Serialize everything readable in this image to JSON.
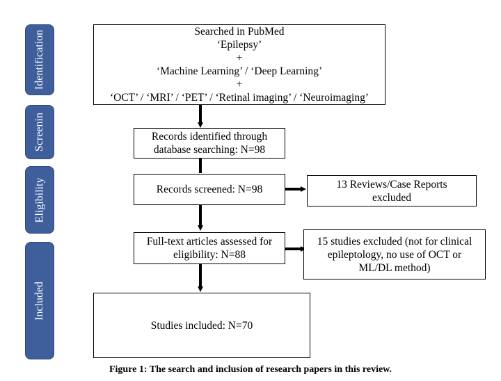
{
  "stages": {
    "identification": "Identification",
    "screening": "Screenin",
    "eligibility": "Eligibility",
    "included": "Included"
  },
  "boxes": {
    "search": {
      "lines": [
        "Searched in PubMed",
        "‘Epilepsy’",
        "+",
        "‘Machine Learning’ / ‘Deep Learning’",
        "+",
        "‘OCT’ / ‘MRI’ / ‘PET’ / ‘Retinal imaging’ / ‘Neuroimaging’"
      ]
    },
    "identified": {
      "lines": [
        "Records identified through",
        "database searching: N=98"
      ]
    },
    "screened": {
      "lines": [
        "Records screened: N=98"
      ]
    },
    "excluded_reviews": {
      "lines": [
        "13 Reviews/Case Reports",
        "excluded"
      ]
    },
    "fulltext": {
      "lines": [
        "Full-text articles assessed for",
        "eligibility: N=88"
      ]
    },
    "excluded_studies": {
      "lines": [
        "15 studies excluded (not for clinical",
        "epileptology, no use of OCT or",
        "ML/DL method)"
      ]
    },
    "included": {
      "lines": [
        "Studies included: N=70"
      ]
    }
  },
  "caption": "Figure 1: The search and inclusion of research papers in this review.",
  "colors": {
    "stage_fill": "#3f5e9c",
    "stage_text": "#ffffff",
    "arrow": "#000000"
  }
}
